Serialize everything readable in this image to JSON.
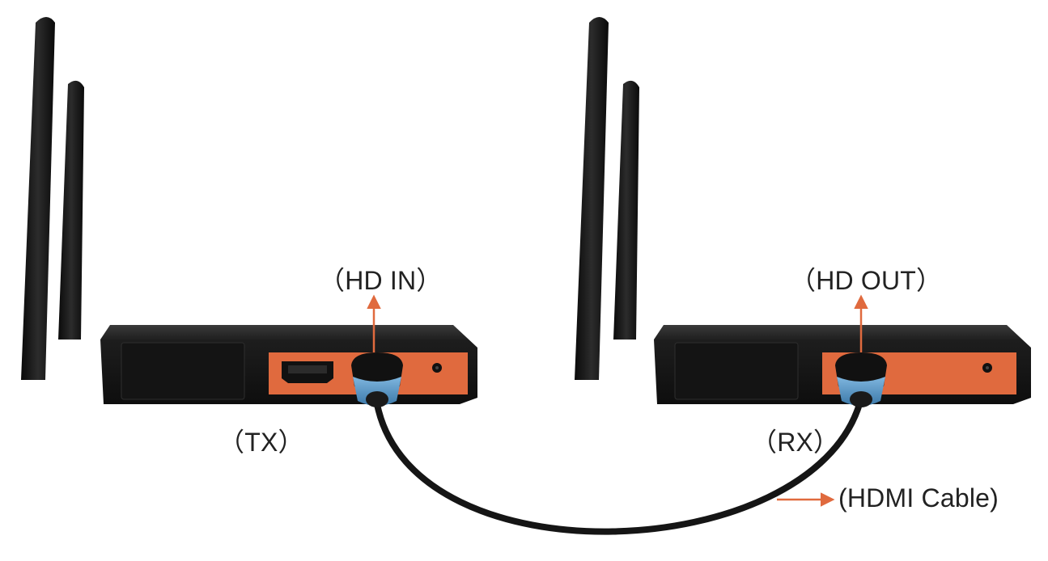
{
  "labels": {
    "hd_in": "（HD IN）",
    "hd_out": "（HD OUT）",
    "tx": "（TX）",
    "rx": "（RX）",
    "hdmi_cable": "(HDMI Cable)"
  },
  "colors": {
    "device_body": "#1a1a1a",
    "port_panel": "#e06a3e",
    "connector_ring": "#4f8fbf",
    "cable": "#151515",
    "arrow": "#e06a3e",
    "text": "#222222"
  },
  "icons": {
    "arrow": "arrow-icon",
    "antenna": "antenna-icon",
    "hdmi_port": "hdmi-port-icon",
    "power_jack": "power-jack-icon"
  }
}
